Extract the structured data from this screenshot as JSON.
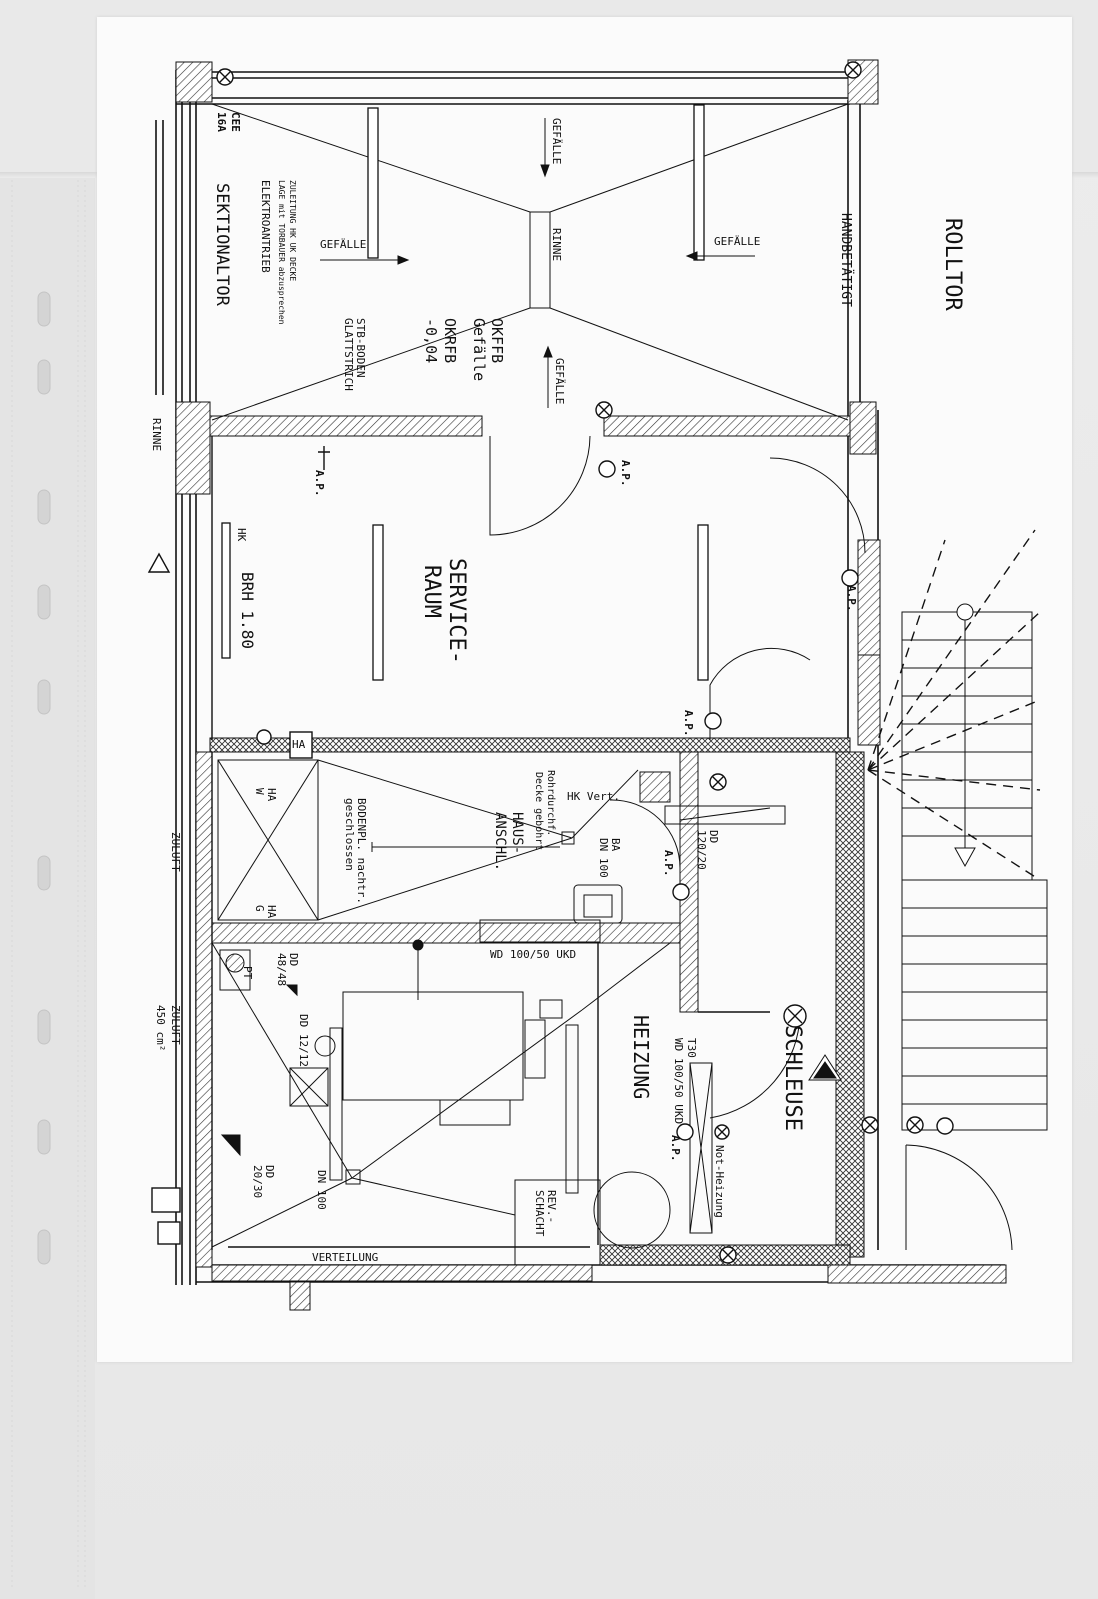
{
  "plan": {
    "rooms": {
      "service_raum": [
        "SERVICE-",
        "RAUM"
      ],
      "heizung": "HEIZUNG",
      "schleuse": "SCHLEUSE",
      "rolltor": "ROLLTOR",
      "sektionaltor": "SEKTIONALTOR"
    },
    "labels": {
      "cee": "CEE",
      "a16": "16A",
      "gefalle_top": "GEFÄLLE",
      "gefalle_left": "GEFÄLLE",
      "gefalle_right": "GEFÄLLE",
      "gefalle_mid": "GEFÄLLE",
      "rinne_center": "RINNE",
      "rinne_edge": "RINNE",
      "handbetatigt": "HANDBETÄTIGT",
      "zuleitung": [
        "ZULEITUNG HK UK DECKE",
        "LAGE mit TORBAUER abzusprechen",
        "ELEKTROANTRIEB"
      ],
      "okffb": [
        "OKFFB",
        "Gefälle",
        "OKRFB",
        "-0,04"
      ],
      "stb_boden": [
        "STB-BODEN",
        "GLATTSTRICH"
      ],
      "ap": "A.P.",
      "hk": "HK",
      "brh": "BRH 1.80",
      "ha_top": "HA",
      "ha_w": [
        "HA",
        "W"
      ],
      "ha_g": [
        "HA",
        "G"
      ],
      "hk_vert": "HK Vert.",
      "rohrdurchf": [
        "Rohrdurchf.",
        "Decke gebohrt"
      ],
      "haus_anschl": [
        "HAUS-",
        "ANSCHL."
      ],
      "ba_dn": [
        "BA",
        "DN 100"
      ],
      "dd_120": [
        "DD",
        "120/20"
      ],
      "bodenpl": [
        "BODENPL. nachtr.",
        "geschlossen"
      ],
      "zuluft1": "ZULUFT",
      "zuluft2": [
        "ZULUFT",
        "450 cm²"
      ],
      "wd_100": "WD 100/50 UKD",
      "dd_48": [
        "DD",
        "48/48"
      ],
      "pt": "PT",
      "dd_12": "DD 12/12",
      "dd_20": [
        "DD",
        "20/30"
      ],
      "dn_100": "DN 100",
      "verteilung": "VERTEILUNG",
      "rev_schacht": [
        "REV.-",
        "SCHACHT"
      ],
      "t30": [
        "T30",
        "WD 100/50 UKD"
      ],
      "not_heizung": "Not-Heizung"
    }
  }
}
